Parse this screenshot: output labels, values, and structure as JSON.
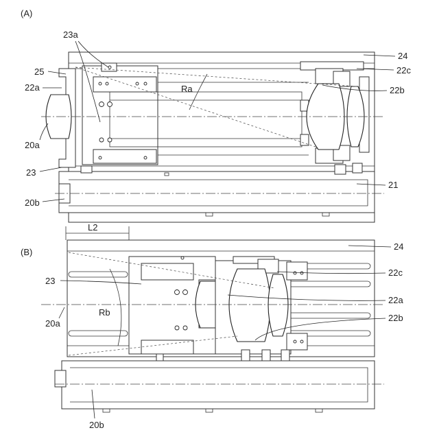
{
  "panel_a": {
    "label": "(A)",
    "labels": {
      "l23a": "23a",
      "l25": "25",
      "l22a": "22a",
      "l20a": "20a",
      "l23": "23",
      "l20b": "20b",
      "lRa": "Ra",
      "l24": "24",
      "l22c": "22c",
      "l22b": "22b",
      "l21": "21"
    }
  },
  "dimension": {
    "label": "L2"
  },
  "panel_b": {
    "label": "(B)",
    "labels": {
      "l23": "23",
      "l20a": "20a",
      "lRb": "Rb",
      "l20b": "20b",
      "l24": "24",
      "l22c": "22c",
      "l22a": "22a",
      "l22b": "22b"
    }
  }
}
